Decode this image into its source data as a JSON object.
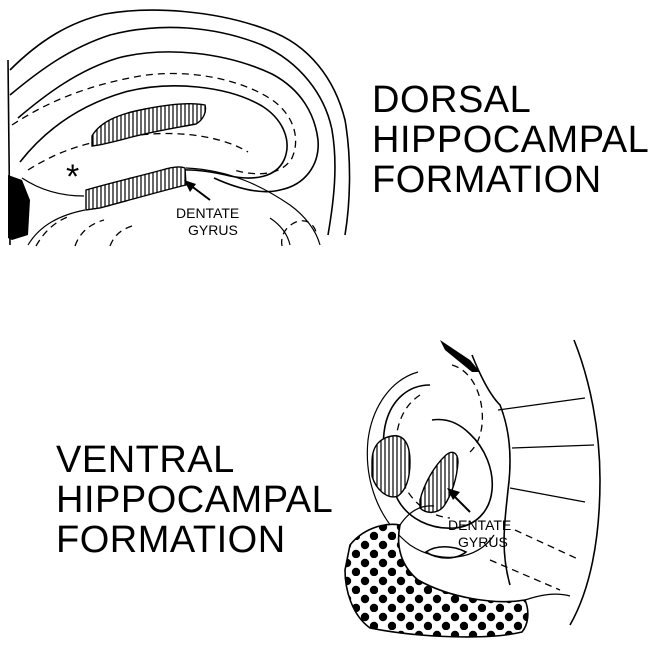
{
  "dorsal": {
    "title_lines": [
      "DORSAL",
      "HIPPOCAMPAL",
      "FORMATION"
    ],
    "marker": "*",
    "callout": [
      "DENTATE",
      "GYRUS"
    ]
  },
  "ventral": {
    "title_lines": [
      "VENTRAL",
      "HIPPOCAMPAL",
      "FORMATION"
    ],
    "callout": [
      "DENTATE",
      "GYRUS"
    ]
  }
}
